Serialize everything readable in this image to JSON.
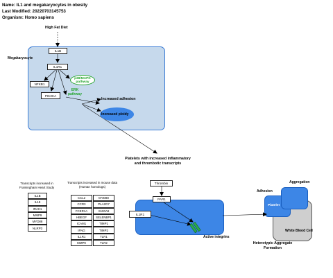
{
  "header": {
    "name": "Name: IL1 and megakaryocytes in obesity",
    "modified": "Last Modified: 20220703145753",
    "organism": "Organism: Homo sapiens"
  },
  "labels": {
    "high_fat_diet": "High Fat Diet",
    "megakaryocyte": "Megakaryocyte",
    "increased_adhesion": "Increased adhesion",
    "increased_ploidy": "Increased ploidy",
    "platelets_line1": "Platelets with increased inflammatory",
    "platelets_line2": "and thrombotic transcripts",
    "active_integrins": "Active integrins",
    "adhesion": "Adhesion",
    "aggregation": "Aggregation",
    "platelet": "Platelet",
    "white_blood_cell": "White Blood Cell",
    "heterotypic_line1": "Heterotypic Aggregate",
    "heterotypic_line2": "Formation"
  },
  "pathways": {
    "p38": "p38/MAPK\npathway",
    "erk": "ERK\npathway"
  },
  "nodes": {
    "il1b": "IL1B",
    "il1r1": "IL1R1",
    "nfkb1": "NFKB1",
    "pik3ca": "PIK3CA",
    "thrombin": "Thrombin",
    "par1": "PAR1",
    "il1r1_platelet": "IL1R1"
  },
  "framingham": {
    "title_line1": "Transcripts increased in",
    "title_line2": "Framingham Heart Study",
    "genes": [
      "IL1B",
      "IL18",
      "IRAK1",
      "MMP9",
      "MYD88",
      "NLRP3"
    ]
  },
  "mouse": {
    "title_line1": "Transcripts increased in mouse data",
    "title_line2": "(Human homologs)",
    "left": [
      "CCL2",
      "CCR3",
      "FCER1A",
      "HBEGF",
      "ICAM1",
      "IFNG",
      "IL1R1",
      "MMP9"
    ],
    "right": [
      "MYD88",
      "PLA2G7",
      "S100A9",
      "SELENBP1",
      "TIMP1",
      "TIMP2",
      "TLR1",
      "TLR2"
    ]
  },
  "colors": {
    "megakaryocyte_fill": "#c6d9ec",
    "megakaryocyte_border": "#3a7bd5",
    "platelet_fill": "#3d86e6",
    "white_blood_cell_fill": "#cfcfcf",
    "pathway_green": "#22a32b"
  }
}
